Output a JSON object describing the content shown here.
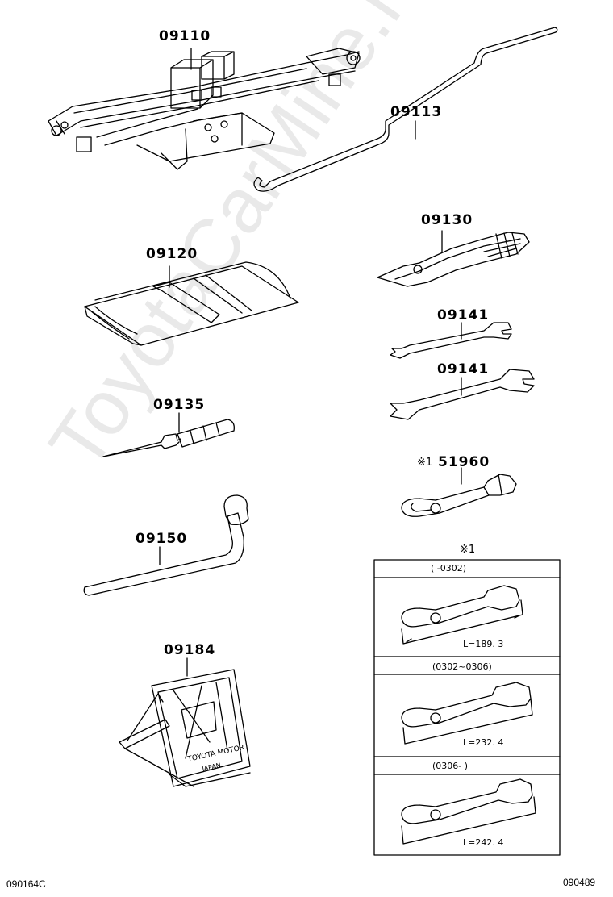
{
  "parts": {
    "jack": "09110",
    "jack_handle": "09113",
    "pliers": "09130",
    "tool_bag": "09120",
    "wrench_small": "09141",
    "wrench_large": "09141",
    "screwdriver": "09135",
    "towing_eye": "51960",
    "towing_eye_mark": "※1",
    "wheel_wrench": "09150",
    "warning_triangle": "09184"
  },
  "variants": {
    "header_mark": "※1",
    "rows": [
      {
        "range": "(      -0302)",
        "length": "L=189. 3"
      },
      {
        "range": "(0302~0306)",
        "length": "L=232. 4"
      },
      {
        "range": "(0306-       )",
        "length": "L=242. 4"
      }
    ]
  },
  "triangle_plate": {
    "line1": "TOYOTA MOTOR",
    "line2": "JAPAN"
  },
  "footer": {
    "left_code": "090164C",
    "right_code": "090489"
  },
  "watermark": "ToyotaCarMine.ru"
}
